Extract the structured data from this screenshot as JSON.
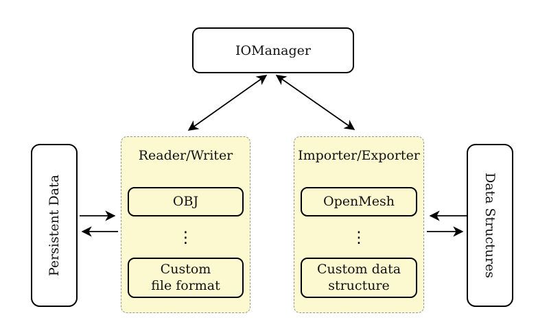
{
  "diagram": {
    "nodes": {
      "iomanager": {
        "label": "IOManager"
      },
      "persistent_data": {
        "label": "Persistent Data"
      },
      "data_structures": {
        "label": "Data Structures"
      }
    },
    "groups": {
      "reader_writer": {
        "title": "Reader/Writer",
        "items": [
          {
            "label": "OBJ"
          },
          {
            "label": "⋮"
          },
          {
            "label": "Custom\nfile format"
          }
        ]
      },
      "importer_exporter": {
        "title": "Importer/Exporter",
        "items": [
          {
            "label": "OpenMesh"
          },
          {
            "label": "⋮"
          },
          {
            "label": "Custom data\nstructure"
          }
        ]
      }
    },
    "edges": [
      {
        "from": "iomanager",
        "to": "reader_writer",
        "direction": "both"
      },
      {
        "from": "iomanager",
        "to": "importer_exporter",
        "direction": "both"
      },
      {
        "from": "persistent_data",
        "to": "reader_writer",
        "direction": "forward"
      },
      {
        "from": "reader_writer",
        "to": "persistent_data",
        "direction": "forward"
      },
      {
        "from": "data_structures",
        "to": "importer_exporter",
        "direction": "forward"
      },
      {
        "from": "importer_exporter",
        "to": "data_structures",
        "direction": "forward"
      }
    ],
    "colors": {
      "group_fill": "#fcf8cf",
      "group_border": "#969696",
      "node_fill": "#ffffff",
      "line": "#000000"
    }
  }
}
